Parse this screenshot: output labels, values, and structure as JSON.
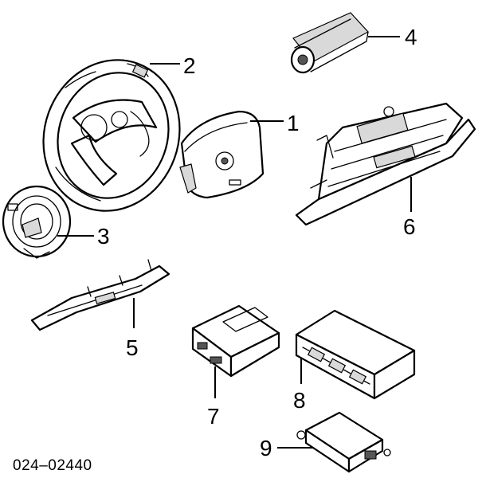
{
  "callouts": {
    "c1": "1",
    "c2": "2",
    "c3": "3",
    "c4": "4",
    "c5": "5",
    "c6": "6",
    "c7": "7",
    "c8": "8",
    "c9": "9"
  },
  "reference_code": "024–02440"
}
